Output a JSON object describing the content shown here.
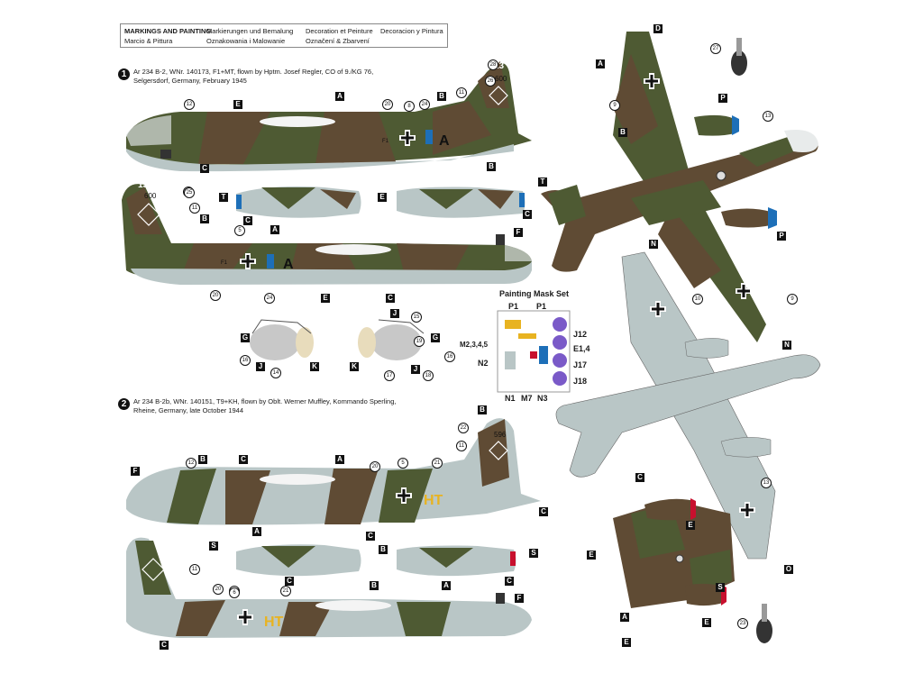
{
  "legend": {
    "title": "MARKINGS AND PAINTING",
    "items": [
      "Markierungen und Bemalung",
      "Decoration et Peinture",
      "Decoracion y Pintura",
      "Marcio & Pittura",
      "Oznakowania i Malowanie",
      "Označení & Zbarvení"
    ]
  },
  "scheme1": {
    "number": "1",
    "title_line1": "Ar 234 B-2, WNr. 140173, F1+MT, flown by Hptm. Josef Regler, CO of 9./KG 76,",
    "title_line2": "Selgersdorf, Germany, February 1945",
    "tail_code": "13",
    "wnr": "600",
    "fuselage_letter": "A",
    "unit_code": "F1"
  },
  "scheme2": {
    "number": "2",
    "title_line1": "Ar 234 B-2b, WNr. 140151, T9+KH, flown by Oblt. Werner Muffley, Kommando Sperling,",
    "title_line2": "Rheine, Germany, late October 1944",
    "wnr": "596",
    "fuselage_letters": "HT"
  },
  "mask_set": {
    "title": "Painting Mask Set",
    "labels_top": [
      "P1",
      "P1"
    ],
    "labels_right": [
      "J12",
      "E1,4",
      "J17",
      "J18"
    ],
    "labels_left": [
      "M2,3,4,5",
      "N2"
    ],
    "labels_bottom": [
      "N1",
      "M7",
      "N3"
    ]
  },
  "callouts": {
    "letters": [
      "A",
      "B",
      "C",
      "D",
      "E",
      "F",
      "G",
      "J",
      "K",
      "N",
      "O",
      "P",
      "S",
      "T"
    ],
    "numbers": [
      "5",
      "6",
      "8",
      "9",
      "10",
      "11",
      "12",
      "13",
      "14",
      "15",
      "16",
      "17",
      "18",
      "19",
      "20",
      "21",
      "22",
      "23",
      "24",
      "25",
      "26",
      "27",
      "28"
    ]
  },
  "colors": {
    "rlm81_brown": "#5f4b34",
    "rlm82_green": "#4e5a33",
    "rlm76_light_blue": "#b9c6c6",
    "accent_blue": "#1d6fb8",
    "accent_red": "#c8102e",
    "code_yellow": "#e8b321"
  }
}
